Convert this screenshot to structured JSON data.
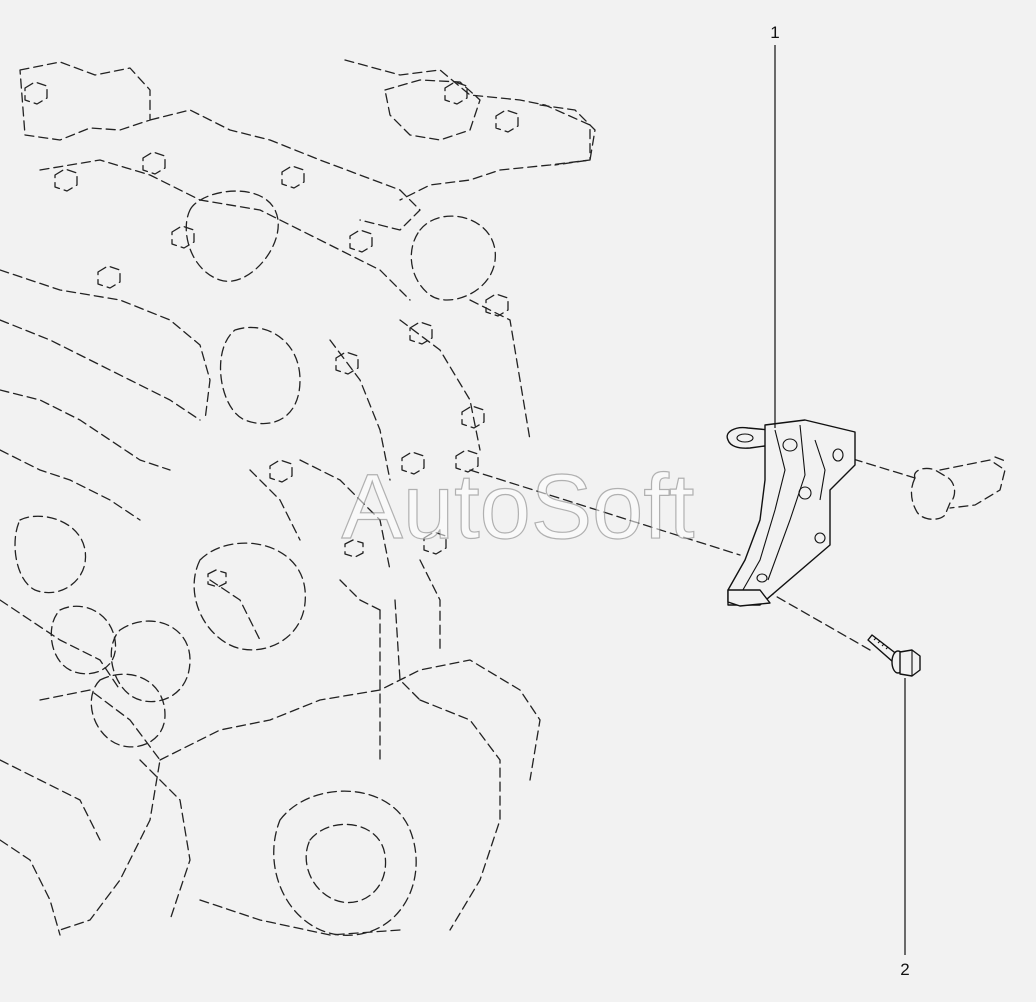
{
  "watermark": "AutoSoft",
  "callouts": [
    {
      "id": "1",
      "label": "1"
    },
    {
      "id": "2",
      "label": "2"
    }
  ],
  "colors": {
    "background": "#f2f2f2",
    "line": "#111111"
  }
}
